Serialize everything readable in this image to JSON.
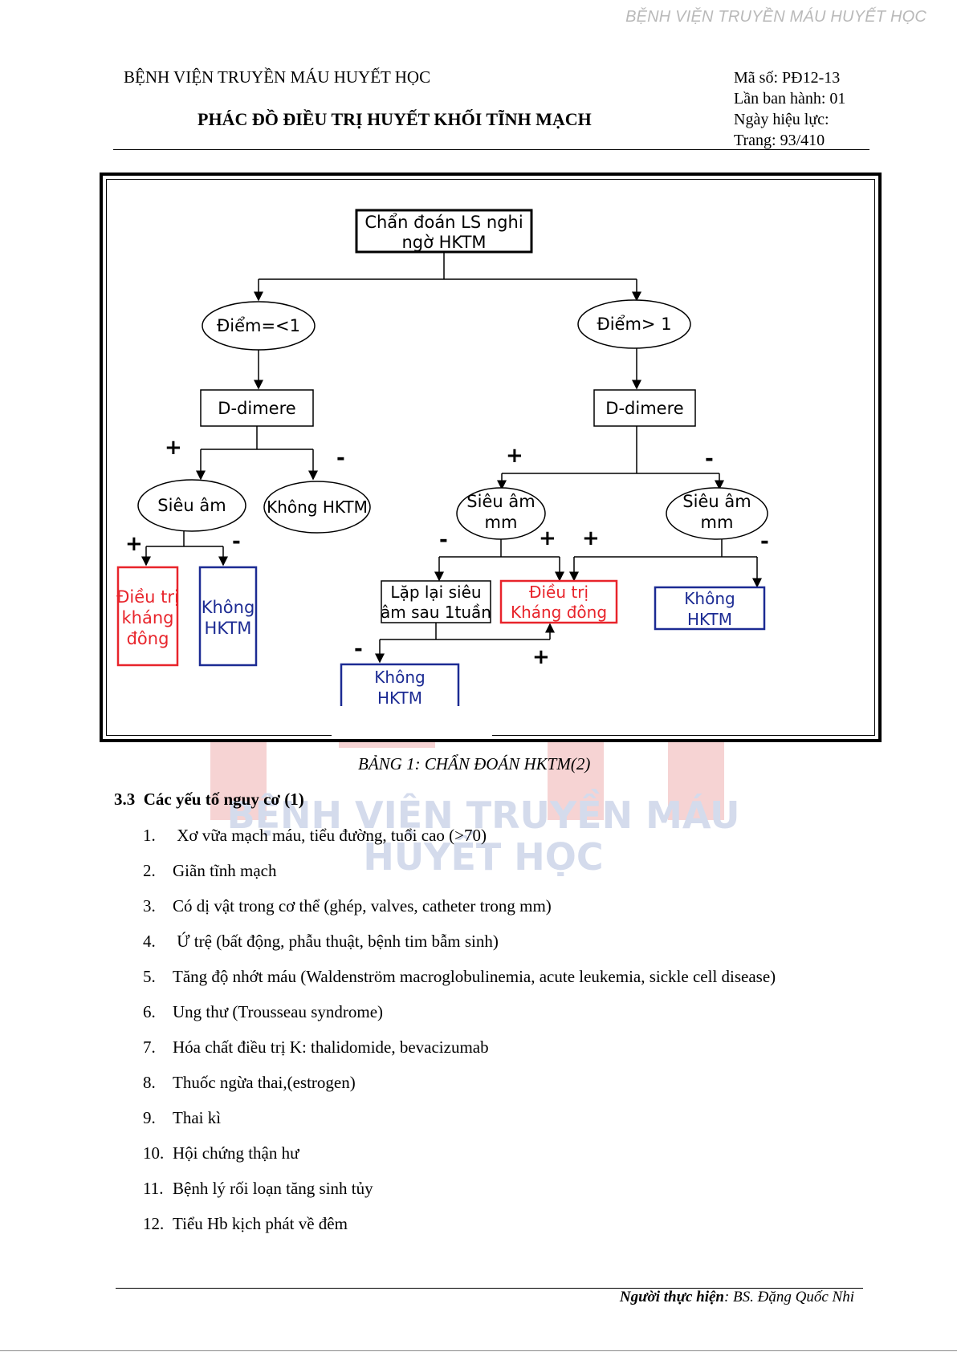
{
  "watermark_top": "BỆNH VIỆN TRUYỀN MÁU HUYẾT HỌC",
  "header": {
    "hospital": "BỆNH VIỆN TRUYỀN MÁU HUYẾT HỌC",
    "title": "PHÁC ĐỒ ĐIỀU TRỊ HUYẾT KHỐI TĨNH MẠCH",
    "code": "Mã số: PĐ12-13",
    "issue": "Lần ban hành: 01",
    "effective": "Ngày hiệu lực:",
    "page": "Trang: 93/410"
  },
  "flowchart": {
    "root": [
      "Chẩn đoán LS nghi",
      "ngờ HKTM"
    ],
    "score_low": "Điểm=<1",
    "score_high": "Điểm> 1",
    "ddimer_left": "D-dimere",
    "ddimer_right": "D-dimere",
    "us_left": "Siêu âm",
    "no_vte_left": "Không HKTM",
    "us_mm_a": [
      "Siêu âm",
      "mm"
    ],
    "us_mm_b": [
      "Siêu âm",
      "mm"
    ],
    "treat_left": [
      "Điều trị",
      "kháng",
      "đông"
    ],
    "no_vte_blue_left": [
      "Không",
      "HKTM"
    ],
    "repeat_us": [
      "Lặp lại siêu",
      "âm sau 1tuần"
    ],
    "treat_mid": [
      "Điều trị",
      "Kháng đông"
    ],
    "no_vte_blue_right": [
      "Không",
      "HKTM"
    ],
    "no_vte_blue_bottom": [
      "Không",
      "HKTM"
    ],
    "plus": "+",
    "minus": "-",
    "colors": {
      "red": "#e8242b",
      "blue": "#1c2b93",
      "black": "#000000"
    }
  },
  "logo_watermark": {
    "line1": "BỆNH VIỆN TRUYỀN MÁU",
    "line2": "HUYẾT HỌC",
    "colors": {
      "red": "#f2c4c4",
      "blue": "#c9d2e8"
    }
  },
  "caption": "BẢNG 1: CHẨN ĐOÁN HKTM(2)",
  "section": {
    "number": "3.3",
    "title": "Các yếu tố nguy cơ (1)"
  },
  "risk_factors": [
    {
      "n": "1.",
      "text": " Xơ vữa mạch máu, tiểu đường, tuổi cao  (>70)"
    },
    {
      "n": "2.",
      "text": "Giãn tĩnh mạch"
    },
    {
      "n": "3.",
      "text": "Có dị vật trong cơ thể (ghép, valves, catheter trong mm)"
    },
    {
      "n": "4.",
      "text": " Ứ trệ (bất động, phẫu thuật, bệnh tim bẫm sinh)"
    },
    {
      "n": "5.",
      "text": "Tăng độ nhớt máu (Waldenström macroglobulinemia, acute leukemia, sickle cell disease)"
    },
    {
      "n": "6.",
      "text": "Ung thư (Trousseau syndrome)"
    },
    {
      "n": "7.",
      "text": "Hóa chất điều trị K: thalidomide, bevacizumab"
    },
    {
      "n": "8.",
      "text": "Thuốc ngừa thai,(estrogen)"
    },
    {
      "n": "9.",
      "text": "Thai kì"
    },
    {
      "n": "10.",
      "text": "Hội chứng thận hư"
    },
    {
      "n": "11.",
      "text": "Bệnh lý rối loạn tăng sinh tủy"
    },
    {
      "n": "12.",
      "text": "Tiểu Hb kịch phát về đêm"
    }
  ],
  "footer": {
    "label": "Người thực hiện",
    "name": ": BS. Đặng Quốc Nhi"
  }
}
